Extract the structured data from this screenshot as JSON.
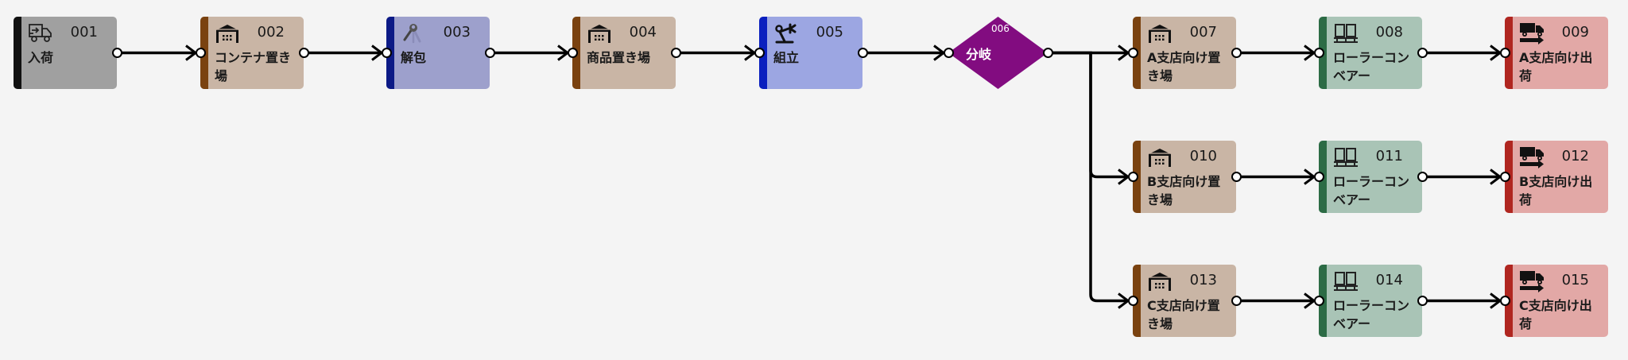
{
  "diagram": {
    "nodes": [
      {
        "id": "001",
        "label": "入荷",
        "type": "receiving",
        "icon": "delivery-truck-icon",
        "color": "#a0a0a0",
        "bar": "#111111"
      },
      {
        "id": "002",
        "label": "コンテナ置き場",
        "type": "storage",
        "icon": "warehouse-icon",
        "color": "#c9b5a5",
        "bar": "#7a4210"
      },
      {
        "id": "003",
        "label": "解包",
        "type": "unpack",
        "icon": "tools-icon",
        "color": "#9da0cc",
        "bar": "#0c1a86"
      },
      {
        "id": "004",
        "label": "商品置き場",
        "type": "storage",
        "icon": "warehouse-icon",
        "color": "#c9b5a5",
        "bar": "#7a4210"
      },
      {
        "id": "005",
        "label": "組立",
        "type": "assembly",
        "icon": "robot-arm-icon",
        "color": "#9ca6e2",
        "bar": "#0a1fbf"
      },
      {
        "id": "006",
        "label": "分岐",
        "type": "branch",
        "icon": "diamond-icon",
        "color": "#820c80",
        "bar": "#820c80"
      },
      {
        "id": "007",
        "label": "A支店向け置き場",
        "type": "storage",
        "icon": "warehouse-icon",
        "color": "#c9b5a5",
        "bar": "#7a4210"
      },
      {
        "id": "008",
        "label": "ローラーコンベアー",
        "type": "conveyor",
        "icon": "conveyor-icon",
        "color": "#a9c4b6",
        "bar": "#2c6b45"
      },
      {
        "id": "009",
        "label": "A支店向け出荷",
        "type": "shipping",
        "icon": "shipping-truck-icon",
        "color": "#e2a8a6",
        "bar": "#b02620"
      },
      {
        "id": "010",
        "label": "B支店向け置き場",
        "type": "storage",
        "icon": "warehouse-icon",
        "color": "#c9b5a5",
        "bar": "#7a4210"
      },
      {
        "id": "011",
        "label": "ローラーコンベアー",
        "type": "conveyor",
        "icon": "conveyor-icon",
        "color": "#a9c4b6",
        "bar": "#2c6b45"
      },
      {
        "id": "012",
        "label": "B支店向け出荷",
        "type": "shipping",
        "icon": "shipping-truck-icon",
        "color": "#e2a8a6",
        "bar": "#b02620"
      },
      {
        "id": "013",
        "label": "C支店向け置き場",
        "type": "storage",
        "icon": "warehouse-icon",
        "color": "#c9b5a5",
        "bar": "#7a4210"
      },
      {
        "id": "014",
        "label": "ローラーコンベアー",
        "type": "conveyor",
        "icon": "conveyor-icon",
        "color": "#a9c4b6",
        "bar": "#2c6b45"
      },
      {
        "id": "015",
        "label": "C支店向け出荷",
        "type": "shipping",
        "icon": "shipping-truck-icon",
        "color": "#e2a8a6",
        "bar": "#b02620"
      }
    ],
    "edges": [
      [
        "001",
        "002"
      ],
      [
        "002",
        "003"
      ],
      [
        "003",
        "004"
      ],
      [
        "004",
        "005"
      ],
      [
        "005",
        "006"
      ],
      [
        "006",
        "007"
      ],
      [
        "007",
        "008"
      ],
      [
        "008",
        "009"
      ],
      [
        "006",
        "010"
      ],
      [
        "010",
        "011"
      ],
      [
        "011",
        "012"
      ],
      [
        "006",
        "013"
      ],
      [
        "013",
        "014"
      ],
      [
        "014",
        "015"
      ]
    ]
  }
}
